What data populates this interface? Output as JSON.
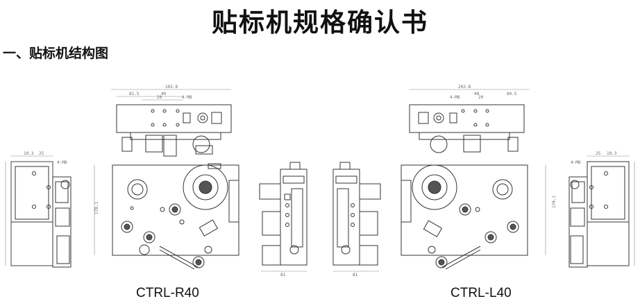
{
  "doc": {
    "title": "贴标机规格确认书",
    "section_heading": "一、贴标机结构图"
  },
  "drawings": {
    "right_model_caption": "CTRL-R40",
    "left_model_caption": "CTRL-L40",
    "dims_right": {
      "top_width": "202.8",
      "top_a": "81.5",
      "top_b": "40",
      "top_c": "20",
      "thread": "4-M8",
      "side_a": "10.3",
      "side_b": "25",
      "height": "170.1",
      "bottom_width": "81"
    },
    "dims_left": {
      "top_width": "202.8",
      "top_a": "84.5",
      "top_b": "40",
      "top_c": "20",
      "thread": "4-M8",
      "side_a": "25",
      "side_b": "10.3",
      "height": "170.1",
      "bottom_width": "81"
    }
  }
}
